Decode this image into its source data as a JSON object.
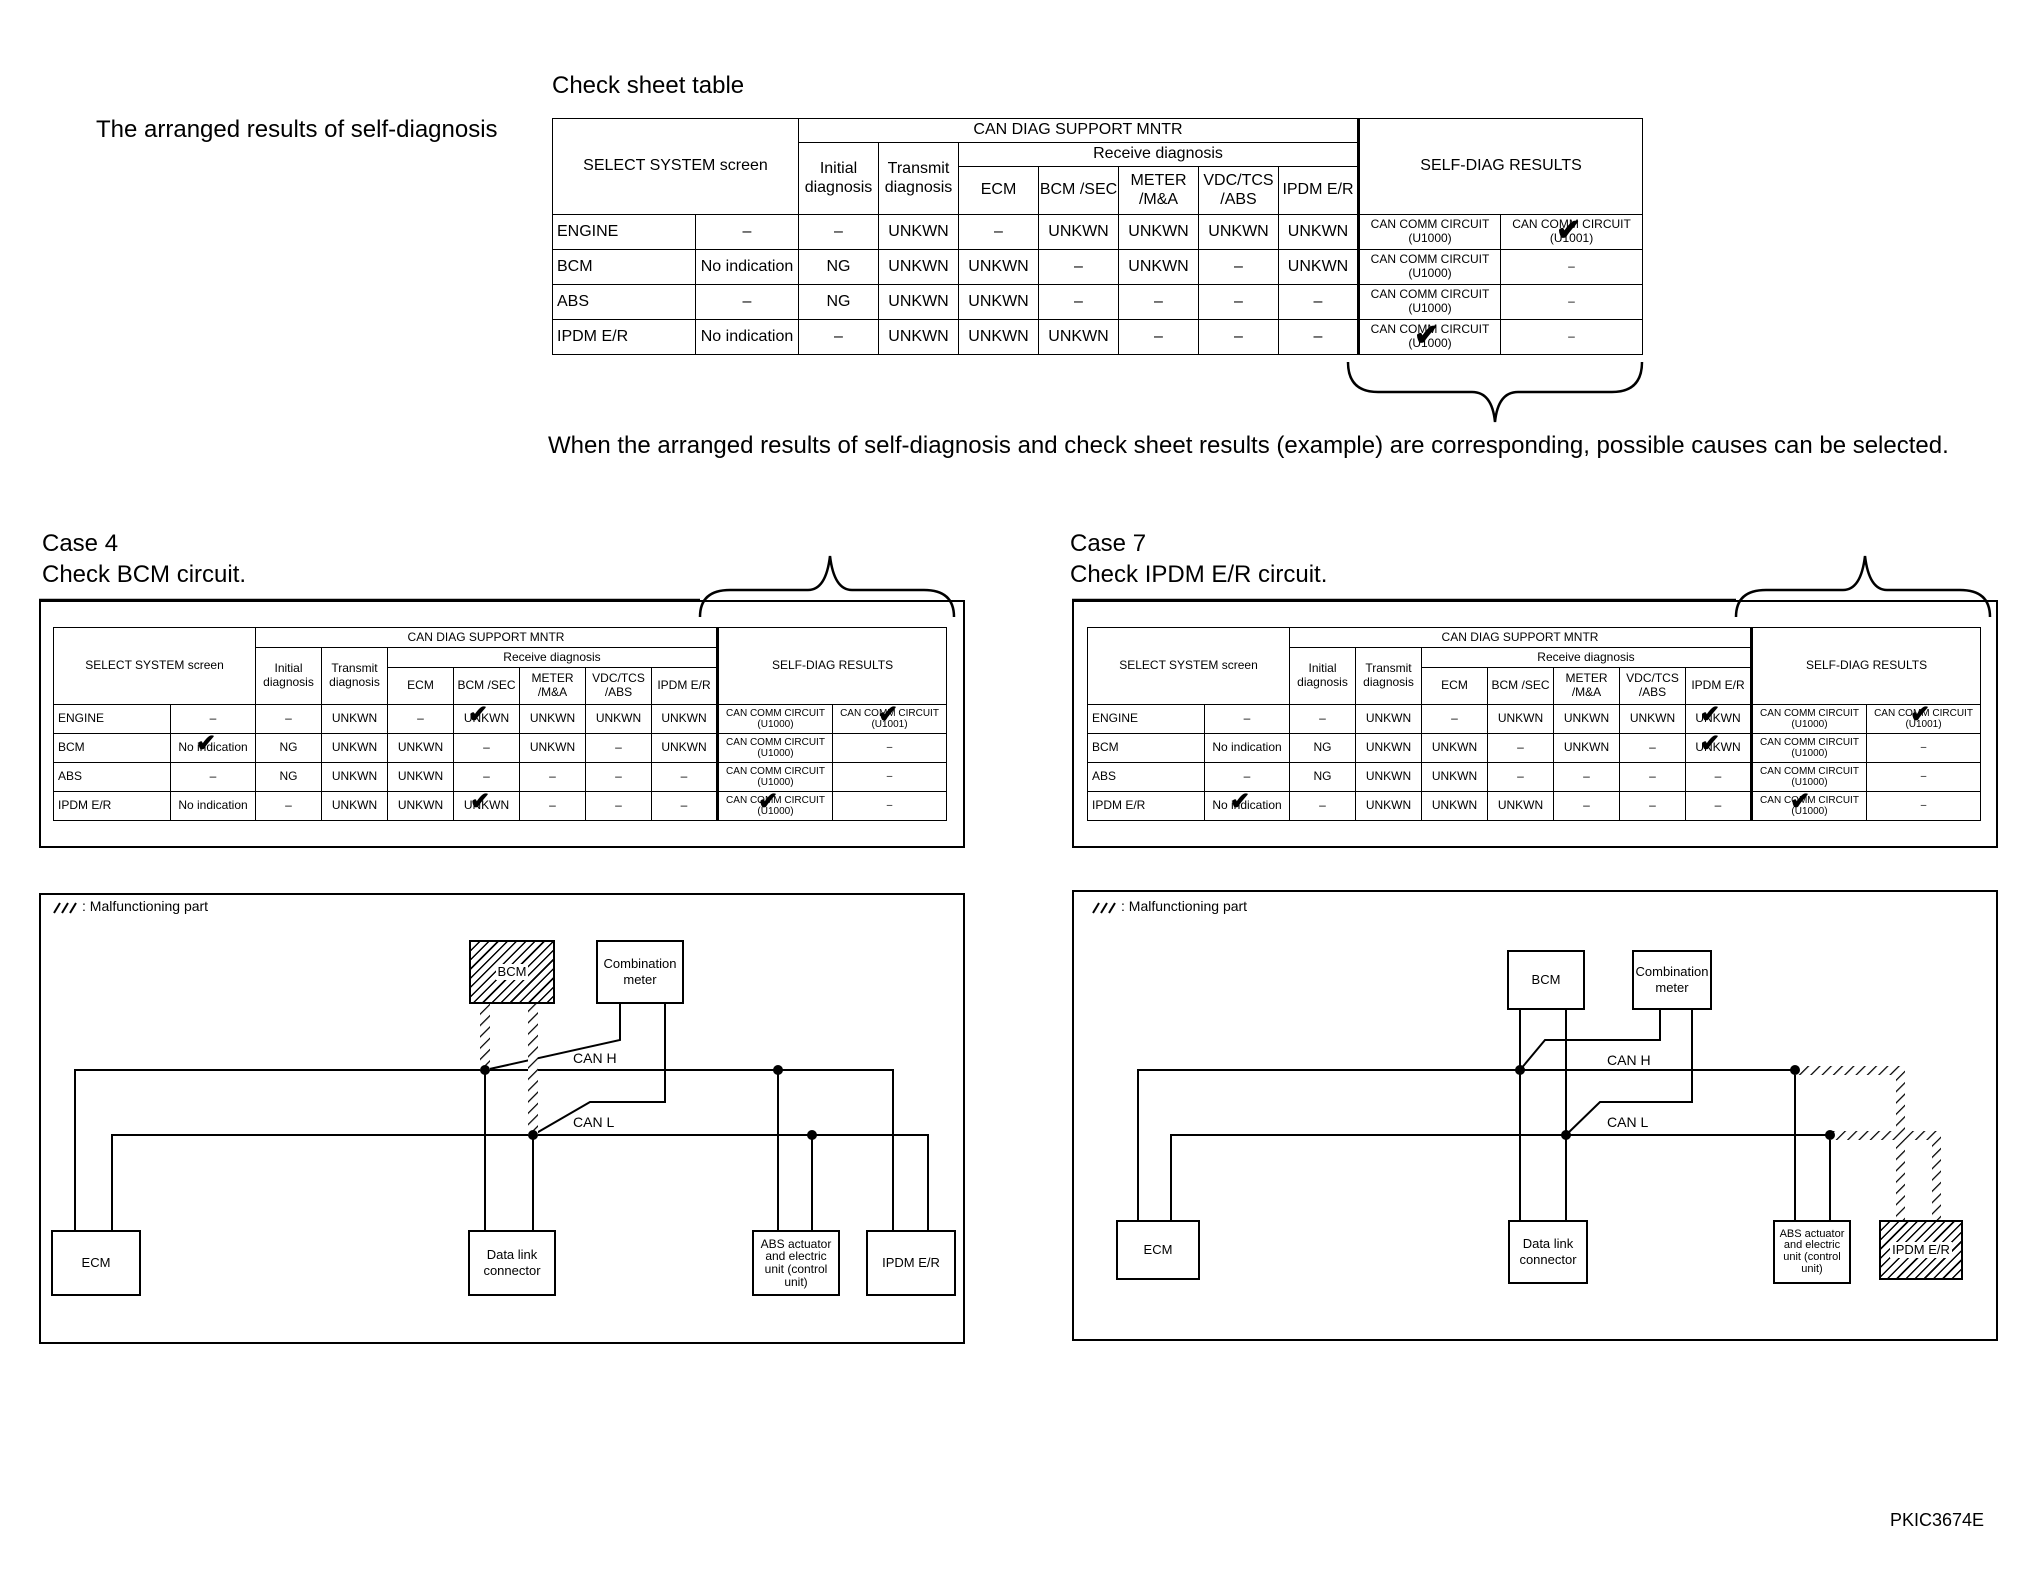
{
  "header": {
    "check_sheet_title": "Check sheet table",
    "arranged_label": "The arranged results of self-diagnosis",
    "corresponding_note": "When the arranged results of self-diagnosis and check sheet results (example) are corresponding, possible causes can be selected."
  },
  "table": {
    "select_system": "SELECT SYSTEM screen",
    "can_diag": "CAN DIAG SUPPORT MNTR",
    "receive_diag": "Receive diagnosis",
    "initial_diag": "Initial diagnosis",
    "transmit_diag": "Transmit diagnosis",
    "transmit_diag_small": "Transmit diagnosis",
    "ecm": "ECM",
    "bcm_sec": "BCM /SEC",
    "meter": "METER /M&A",
    "vdc": "VDC/TCS /ABS",
    "ipdm": "IPDM E/R",
    "self_diag": "SELF-DIAG RESULTS",
    "rows": [
      {
        "name": "ENGINE",
        "select": "–",
        "initial": "–",
        "transmit": "UNKWN",
        "ecm": "–",
        "bcm": "UNKWN",
        "meter": "UNKWN",
        "vdc": "UNKWN",
        "ipdm": "UNKWN",
        "sd1": "CAN COMM CIRCUIT (U1000)",
        "sd2": "CAN COMM CIRCUIT (U1001)"
      },
      {
        "name": "BCM",
        "select": "No indication",
        "initial": "NG",
        "transmit": "UNKWN",
        "ecm": "UNKWN",
        "bcm": "–",
        "meter": "UNKWN",
        "vdc": "–",
        "ipdm": "UNKWN",
        "sd1": "CAN COMM CIRCUIT (U1000)",
        "sd2": "–"
      },
      {
        "name": "ABS",
        "select": "–",
        "initial": "NG",
        "transmit": "UNKWN",
        "ecm": "UNKWN",
        "bcm": "–",
        "meter": "–",
        "vdc": "–",
        "ipdm": "–",
        "sd1": "CAN COMM CIRCUIT (U1000)",
        "sd2": "–"
      },
      {
        "name": "IPDM E/R",
        "select": "No indication",
        "initial": "–",
        "transmit": "UNKWN",
        "ecm": "UNKWN",
        "bcm": "UNKWN",
        "meter": "–",
        "vdc": "–",
        "ipdm": "–",
        "sd1": "CAN COMM CIRCUIT (U1000)",
        "sd2": "–"
      }
    ]
  },
  "check_mark": "✔",
  "case4": {
    "title": "Case 4",
    "subtitle": "Check BCM circuit."
  },
  "case7": {
    "title": "Case 7",
    "subtitle": "Check IPDM E/R circuit."
  },
  "diagram": {
    "legend": ": Malfunctioning part",
    "bcm": "BCM",
    "combination_meter": "Combination meter",
    "can_h": "CAN H",
    "can_l": "CAN L",
    "ecm": "ECM",
    "data_link": "Data link connector",
    "abs_unit": "ABS actuator and electric unit (control unit)",
    "ipdm": "IPDM E/R"
  },
  "footer": {
    "code": "PKIC3674E"
  }
}
